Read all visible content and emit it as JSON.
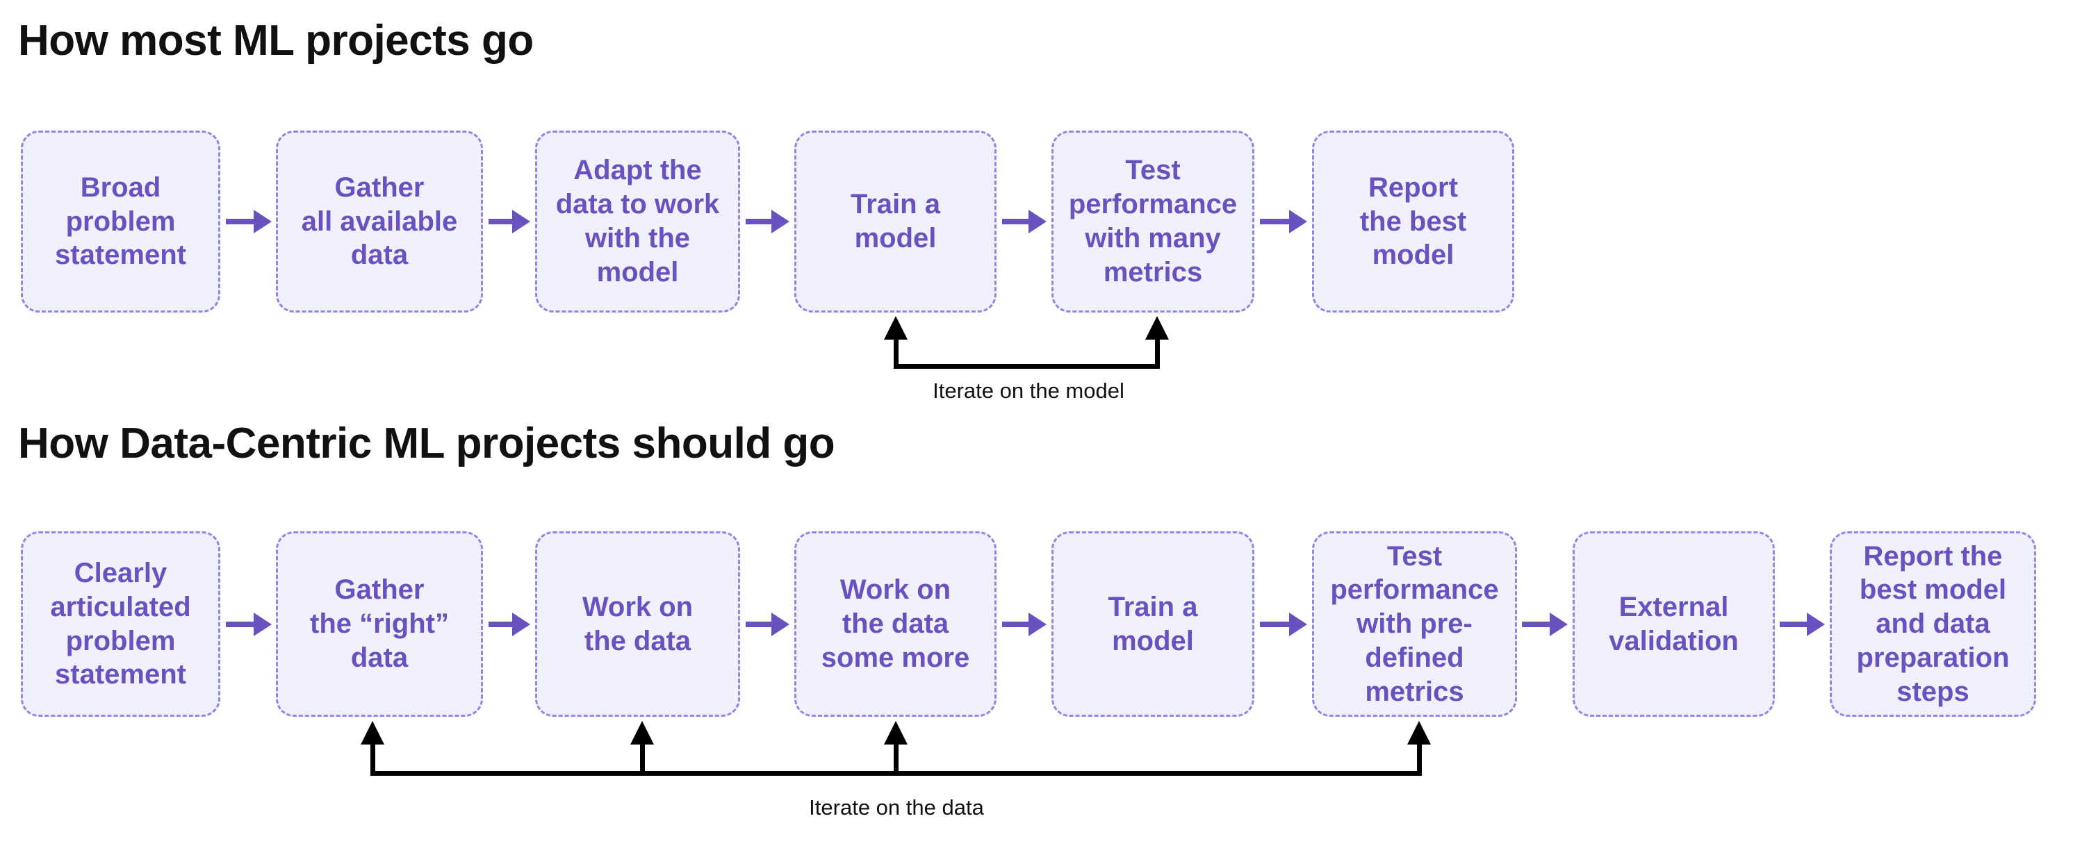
{
  "page": {
    "background_color": "#ffffff",
    "box_fill_color": "#f1f0fd",
    "box_border_color": "#8f86e8",
    "box_text_color": "#6a51c0",
    "arrow_color": "#6a51c0",
    "loop_color": "#000000",
    "title_color": "#111111"
  },
  "sections": [
    {
      "title": "How most ML projects go",
      "steps": [
        {
          "label": "Broad\nproblem\nstatement"
        },
        {
          "label": "Gather\nall available\ndata"
        },
        {
          "label": "Adapt the\ndata to work\nwith the\nmodel"
        },
        {
          "label": "Train a\nmodel"
        },
        {
          "label": "Test\nperformance\nwith many\nmetrics"
        },
        {
          "label": "Report\nthe best\nmodel"
        }
      ],
      "loop": {
        "label": "Iterate on the model",
        "targets": [
          "Train a model",
          "Test performance with many metrics"
        ]
      }
    },
    {
      "title": "How Data-Centric ML projects should go",
      "steps": [
        {
          "label": "Clearly\narticulated\nproblem\nstatement"
        },
        {
          "label": "Gather\nthe “right”\ndata"
        },
        {
          "label": "Work on\nthe data"
        },
        {
          "label": "Work on\nthe data\nsome more"
        },
        {
          "label": "Train a\nmodel"
        },
        {
          "label": "Test\nperformance\nwith pre-\ndefined\nmetrics"
        },
        {
          "label": "External\nvalidation"
        },
        {
          "label": "Report the\nbest model\nand data\npreparation\nsteps"
        }
      ],
      "loop": {
        "label": "Iterate on the data",
        "targets": [
          "Gather the “right” data",
          "Work on the data",
          "Work on the data some more",
          "Test performance with pre-defined metrics"
        ]
      }
    }
  ]
}
